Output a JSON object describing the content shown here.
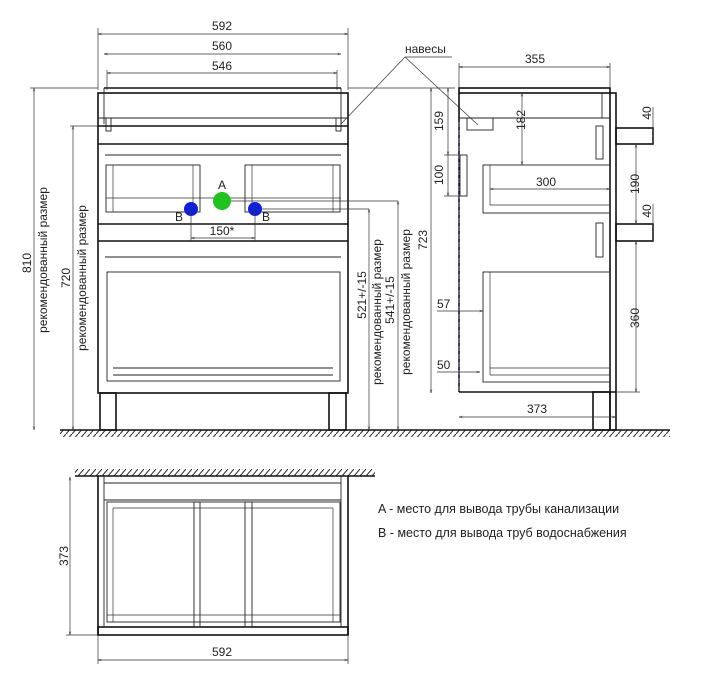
{
  "front_view": {
    "width_overall": "592",
    "width_top": "560",
    "width_inner": "546",
    "height_overall": "810",
    "height_overall_note": "рекомендованный размер",
    "height_cabinet": "720",
    "height_cabinet_note": "рекомендованный размер",
    "pipe_spacing": "150*",
    "pipe_a_label": "A",
    "pipe_b_label_left": "B",
    "pipe_b_label_right": "B",
    "height_b": "521+/-15",
    "height_b_note": "рекомендованный размер",
    "height_a": "541+/-15",
    "height_a_note": "рекомендованный размер",
    "height_top": "723",
    "hinges_label": "навесы"
  },
  "side_view": {
    "depth_top": "355",
    "depth_bottom": "373",
    "dim_159": "159",
    "dim_100": "100",
    "dim_182": "182",
    "dim_300": "300",
    "dim_57": "57",
    "dim_50": "50",
    "dim_40_top": "40",
    "dim_190": "190",
    "dim_40_bottom": "40",
    "dim_360": "360"
  },
  "top_view": {
    "depth": "373",
    "width": "592"
  },
  "legend": {
    "a": "A - место для вывода трубы канализации",
    "b": "B - место для вывода труб водоснабжения"
  },
  "colors": {
    "pipe_a": "#1fc21f",
    "pipe_b": "#1020d8",
    "dashed": "#5a5aa8"
  }
}
